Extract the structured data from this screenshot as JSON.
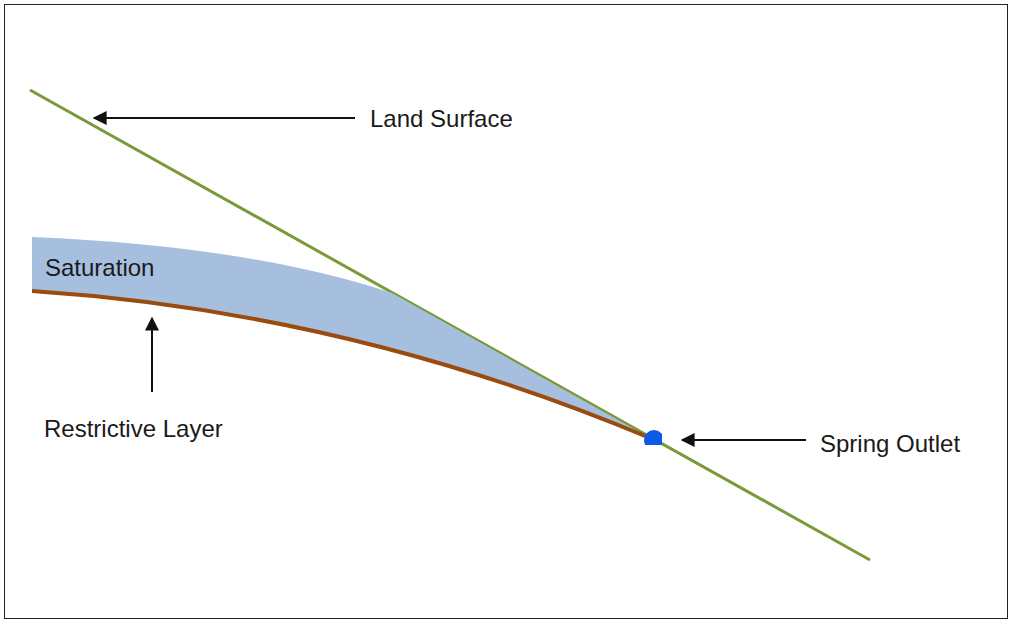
{
  "diagram": {
    "nodes": [
      {
        "text": [
          "Saturation"
        ]
      }
    ],
    "labels": [
      "Land Surface",
      "Restrictive Layer",
      "Spring Outlet"
    ]
  }
}
